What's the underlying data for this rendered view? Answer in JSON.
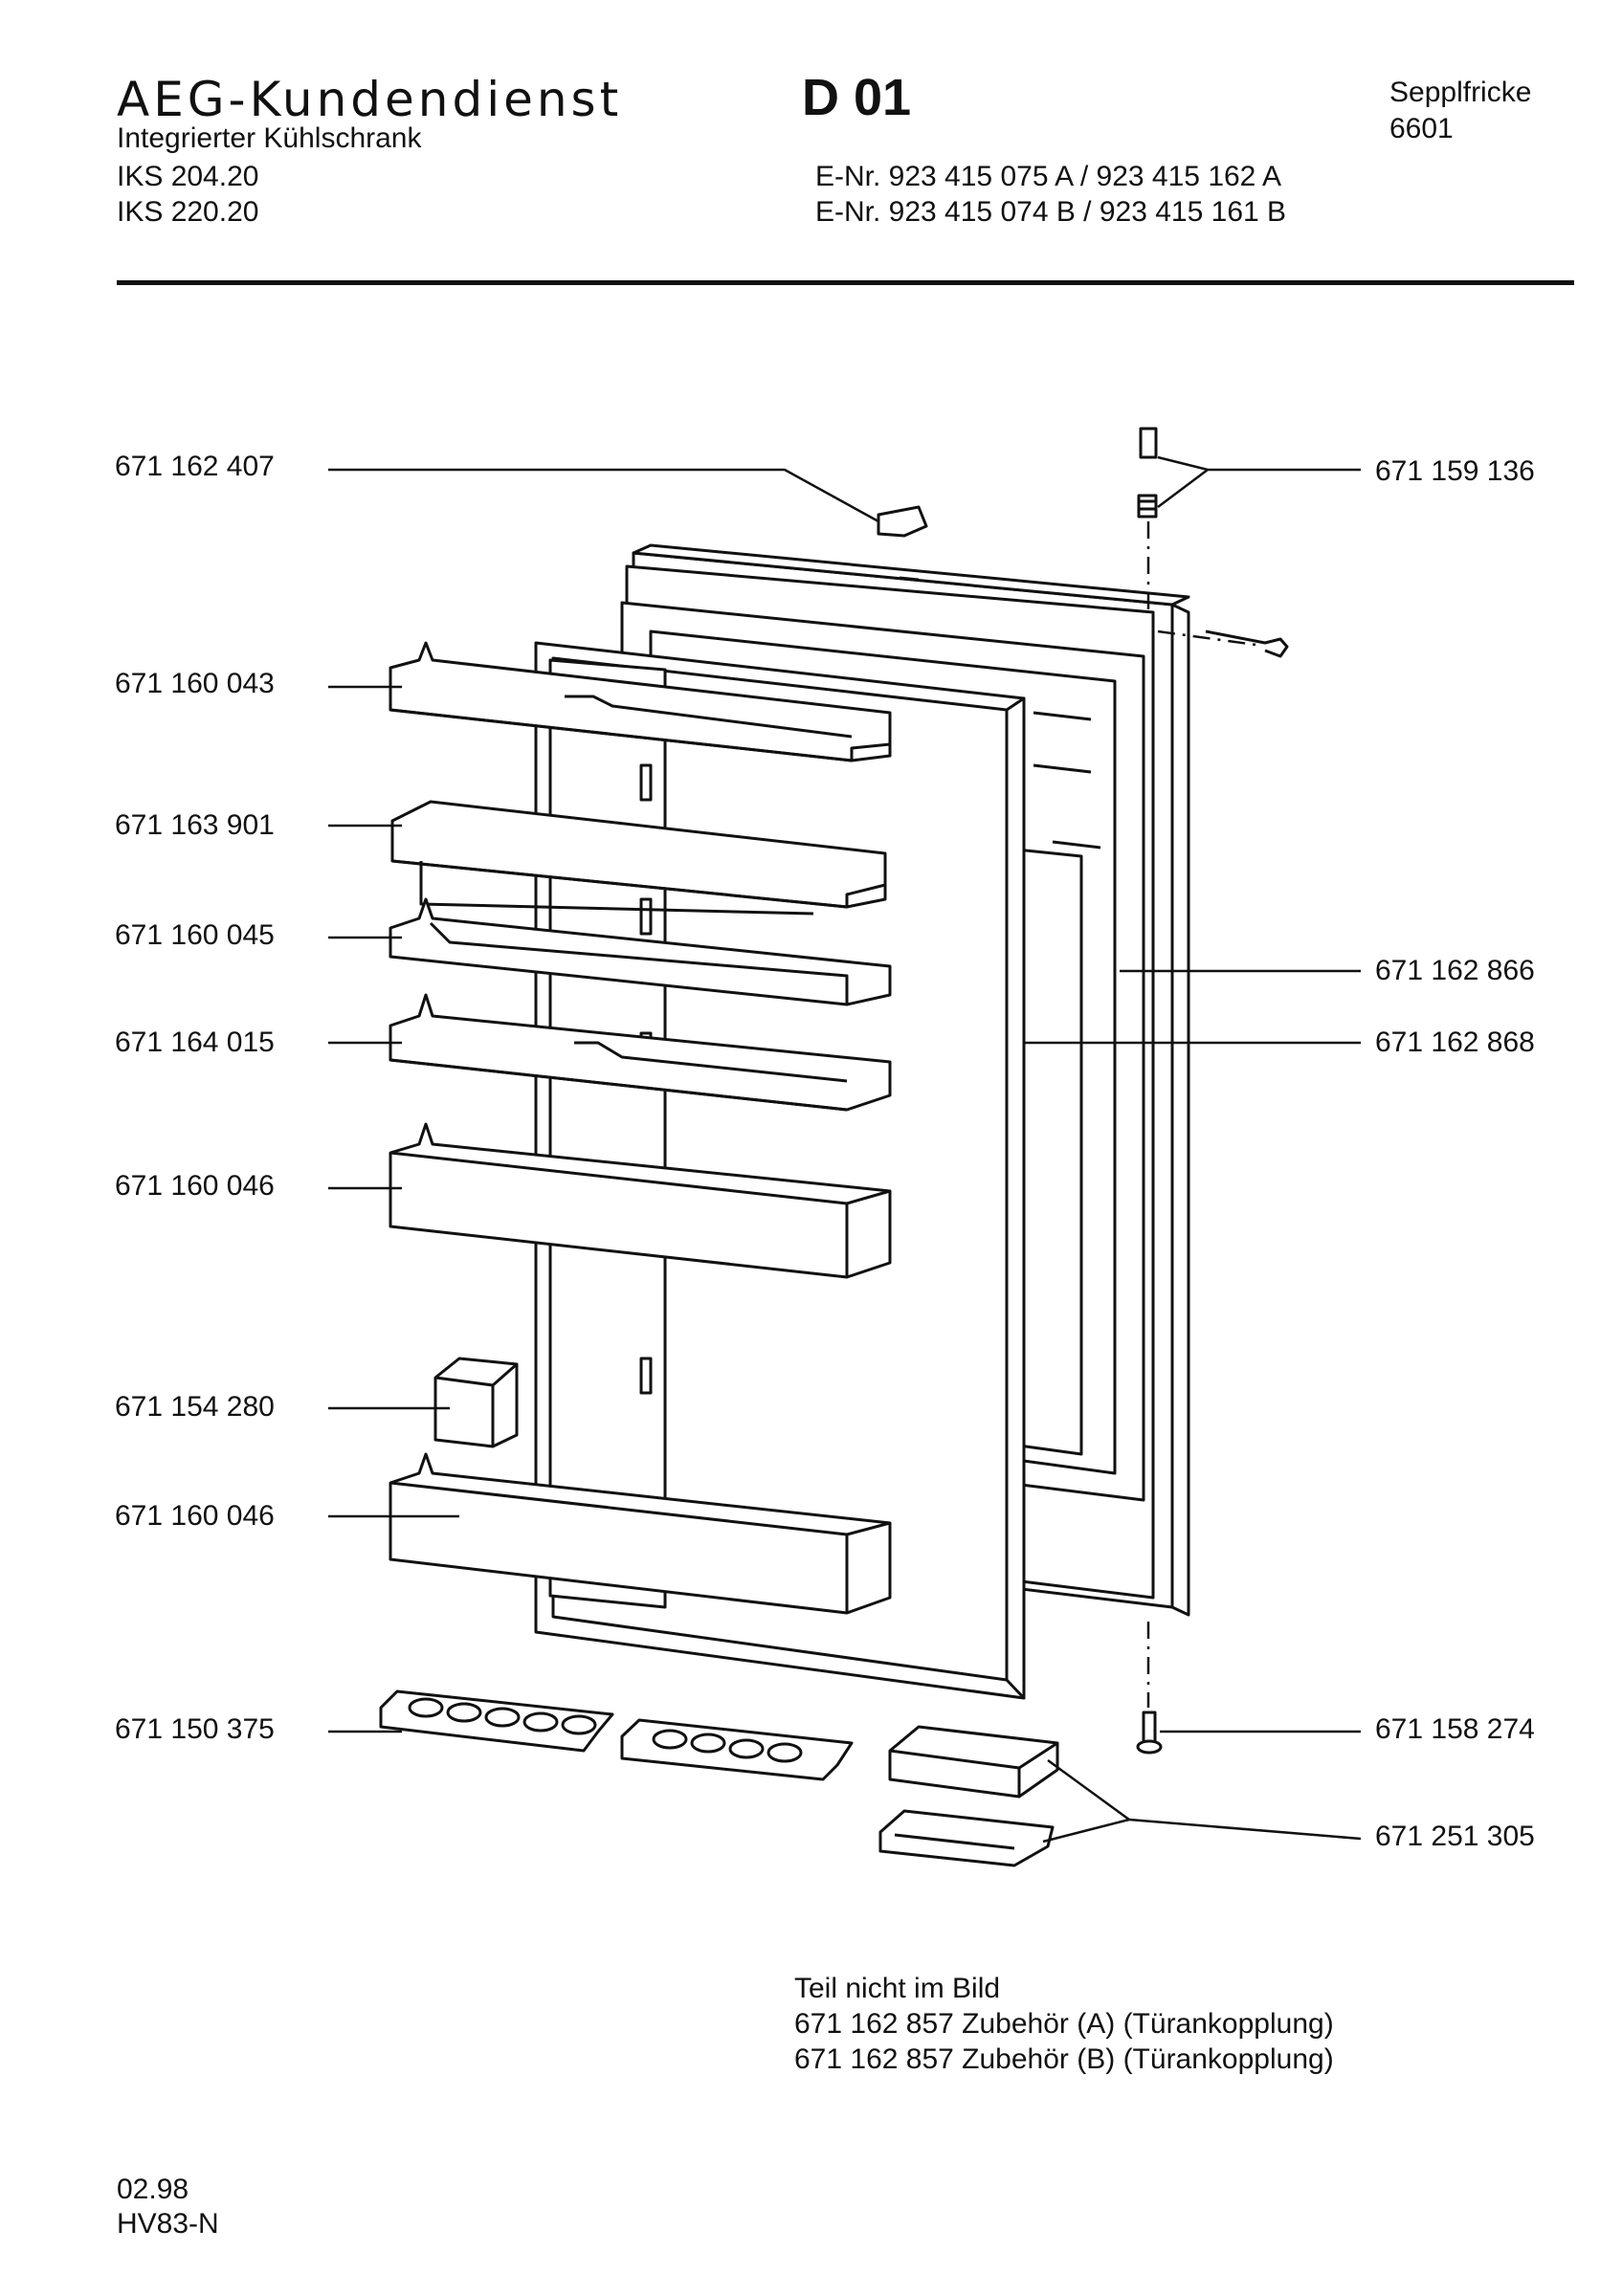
{
  "header": {
    "brand": "AEG-Kundendienst",
    "product": "Integrierter Kühlschrank",
    "model_1": "IKS 204.20",
    "model_2": "IKS 220.20",
    "sheet_code": "D 01",
    "enr_1": "E-Nr. 923 415 075 A / 923 415 162 A",
    "enr_2": "E-Nr. 923 415 074 B / 923 415 161 B",
    "author": "Sepplfricke",
    "author_code": "6601"
  },
  "parts_left": [
    {
      "number": "671 162 407"
    },
    {
      "number": "671 160 043"
    },
    {
      "number": "671 163 901"
    },
    {
      "number": "671 160 045"
    },
    {
      "number": "671 164 015"
    },
    {
      "number": "671 160 046"
    },
    {
      "number": "671 154 280"
    },
    {
      "number": "671 160 046"
    },
    {
      "number": "671 150 375"
    }
  ],
  "parts_right": [
    {
      "number": "671 159 136"
    },
    {
      "number": "671 162 866"
    },
    {
      "number": "671 162 868"
    },
    {
      "number": "671 158 274"
    },
    {
      "number": "671 251 305"
    }
  ],
  "notes": {
    "title": "Teil nicht im Bild",
    "line_1": "671 162 857 Zubehör (A) (Türankopplung)",
    "line_2": "671 162 857 Zubehör (B) (Türankopplung)"
  },
  "footer": {
    "date": "02.98",
    "code": "HV83-N"
  }
}
